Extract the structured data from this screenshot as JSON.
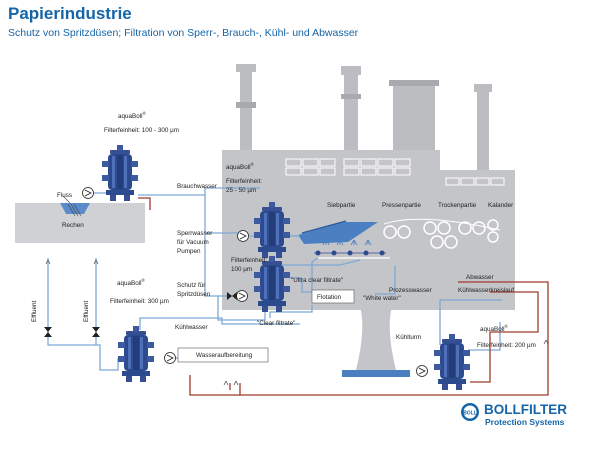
{
  "header": {
    "title": "Papierindustrie",
    "subtitle": "Schutz von Spritzdüsen; Filtration von Sperr-, Brauch-, Kühl- und Abwasser"
  },
  "filters": {
    "f1": {
      "product": "aquaBoll",
      "reg": "®",
      "spec": "Filterfeinheit: 100 - 300 µm"
    },
    "f2": {
      "product": "aquaBoll",
      "reg": "®",
      "spec_line1": "Filterfeinheit:",
      "spec_line2": "25 - 50 µm"
    },
    "f3": {
      "spec_line1": "Filterfeinheit:",
      "spec_line2": "100 µm"
    },
    "f4": {
      "product": "aquaBoll",
      "reg": "®",
      "spec": "Filterfeinheit: 300 µm"
    },
    "f5": {
      "product": "aquaBoll",
      "reg": "®",
      "spec": "Filterfeinheit: 200 µm"
    }
  },
  "labels": {
    "fluss": "Fluss",
    "rechen": "Rechen",
    "brauchwasser": "Brauchwasser",
    "sperrwasser_1": "Sperrwasser",
    "sperrwasser_2": "für Vacuum",
    "sperrwasser_3": "Pumpen",
    "schutz_1": "Schutz für",
    "schutz_2": "Spritzdüsen",
    "kuehlwasser": "Kühlwasser",
    "effluent_left": "Effluent",
    "effluent_right": "Effluent",
    "siebpartie": "Siebpartie",
    "pressenpartie": "Pressenpartie",
    "trockenpartie": "Trockenpartie",
    "kalander": "Kalander",
    "ultra_clear": "\"Ultra clear filtrate\"",
    "flotation": "Flotation",
    "white_water": "\"White water\"",
    "prozesswasser": "Prozesswasser",
    "clear_filtrate": "\"Clear filtrate\"",
    "abwasser": "Abwasser",
    "kuehlwasserkreislauf": "Kühlwasserkreislauf",
    "kuehlturm": "Kühlturm",
    "wasseraufbereitung": "Wasseraufbereitung"
  },
  "brand": {
    "name": "BOLLFILTER",
    "tagline": "Protection Systems",
    "logo_text": "BOLL"
  },
  "colors": {
    "title_blue": "#1565a8",
    "pipe_blue": "#7ea9d6",
    "pipe_red": "#9e3b2b",
    "factory_gray": "#bcbdc0",
    "filter_blue": "#2c4a8e"
  }
}
